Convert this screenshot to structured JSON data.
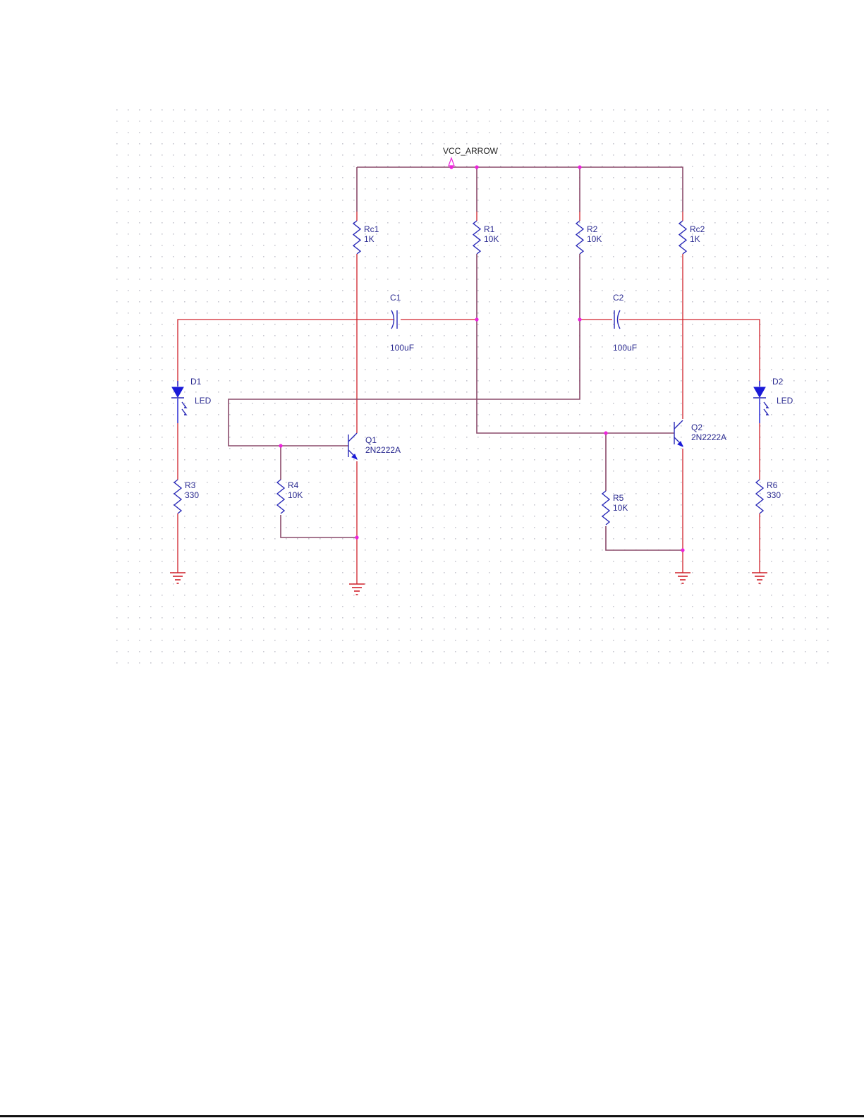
{
  "schematic": {
    "title": "Astable multivibrator LED flasher",
    "power_label": "VCC_ARROW",
    "colors": {
      "wire": "#8a4a6a",
      "wire_red": "#d0202a",
      "component": "#2a2ab8",
      "junction": "#ee22dd",
      "label": "#2a2a90"
    },
    "components": {
      "Rc1": {
        "ref": "Rc1",
        "value": "1K"
      },
      "R1": {
        "ref": "R1",
        "value": "10K"
      },
      "R2": {
        "ref": "R2",
        "value": "10K"
      },
      "Rc2": {
        "ref": "Rc2",
        "value": "1K"
      },
      "C1": {
        "ref": "C1",
        "value": "100uF"
      },
      "C2": {
        "ref": "C2",
        "value": "100uF"
      },
      "D1": {
        "ref": "D1",
        "value": "LED"
      },
      "D2": {
        "ref": "D2",
        "value": "LED"
      },
      "Q1": {
        "ref": "Q1",
        "value": "2N2222A"
      },
      "Q2": {
        "ref": "Q2",
        "value": "2N2222A"
      },
      "R3": {
        "ref": "R3",
        "value": "330"
      },
      "R4": {
        "ref": "R4",
        "value": "10K"
      },
      "R5": {
        "ref": "R5",
        "value": "10K"
      },
      "R6": {
        "ref": "R6",
        "value": "330"
      }
    }
  }
}
